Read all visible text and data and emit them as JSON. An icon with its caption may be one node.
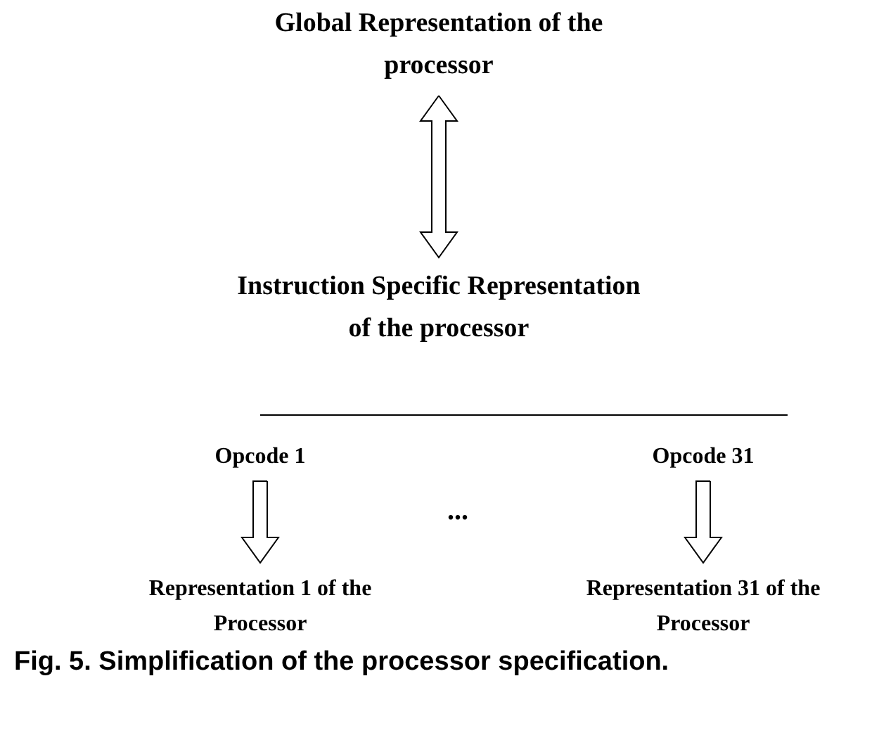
{
  "diagram": {
    "caption": "Fig. 5. Simplification of the processor specification.",
    "nodes": [
      {
        "text": [
          "Global Representation of the processor"
        ]
      },
      {
        "text": [
          "Instruction Specific Representation of the processor"
        ]
      },
      {
        "text": [
          "Opcode 1"
        ]
      },
      {
        "text": [
          "Opcode 31"
        ]
      },
      {
        "text": [
          "Representation 1 of the Processor"
        ]
      },
      {
        "text": [
          "Representation 31 of the Processor"
        ]
      }
    ],
    "edges": [
      {
        "from": 0,
        "to": 1,
        "arrow": "both"
      },
      {
        "from": 2,
        "to": 4,
        "arrow": "to"
      },
      {
        "from": 3,
        "to": 5,
        "arrow": "to"
      }
    ],
    "labels": [
      "..."
    ]
  }
}
